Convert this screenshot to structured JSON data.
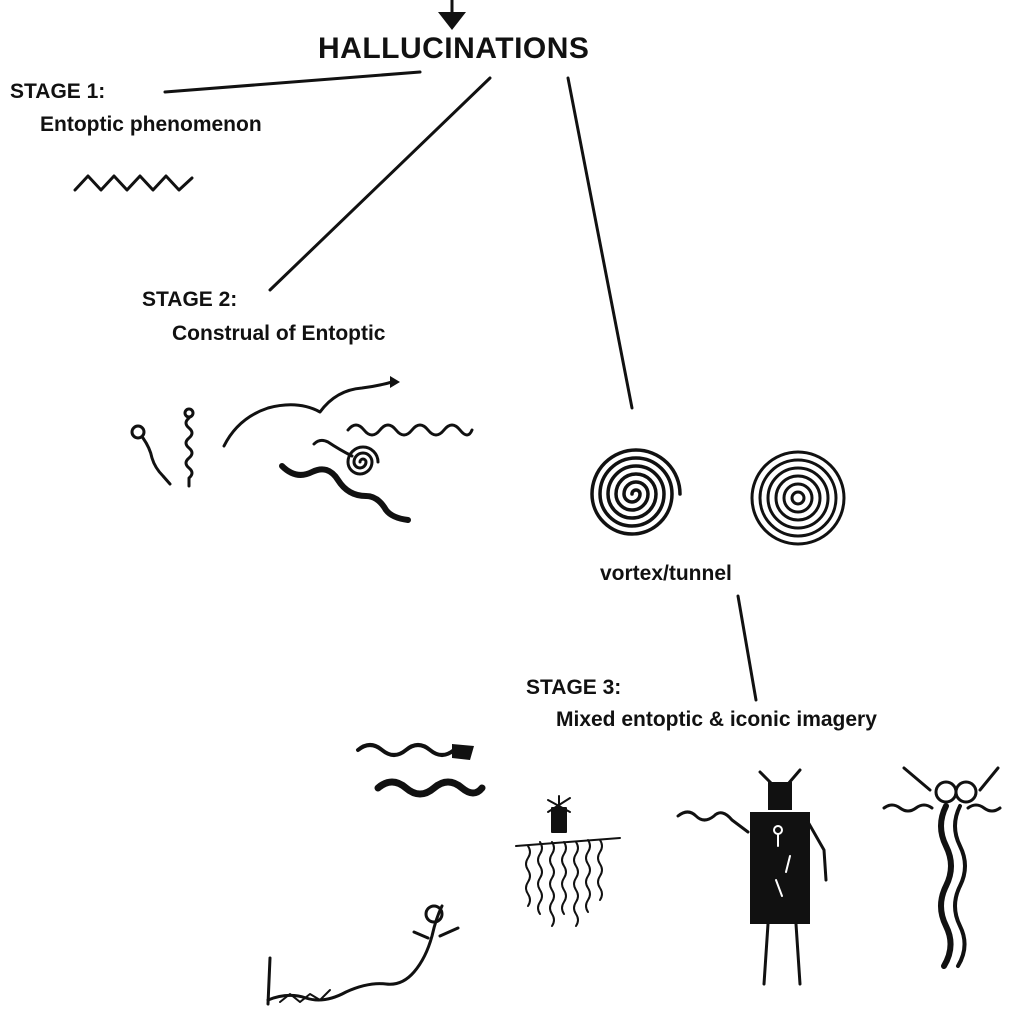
{
  "diagram": {
    "title": "HALLUCINATIONS",
    "stage1": {
      "heading": "STAGE 1:",
      "subtitle": "Entoptic phenomenon"
    },
    "stage2": {
      "heading": "STAGE 2:",
      "subtitle": "Construal of Entoptic"
    },
    "vortex": {
      "label": "vortex/tunnel"
    },
    "stage3": {
      "heading": "STAGE 3:",
      "subtitle": "Mixed entoptic & iconic imagery"
    }
  },
  "colors": {
    "ink": "#111111",
    "background": "#ffffff"
  }
}
